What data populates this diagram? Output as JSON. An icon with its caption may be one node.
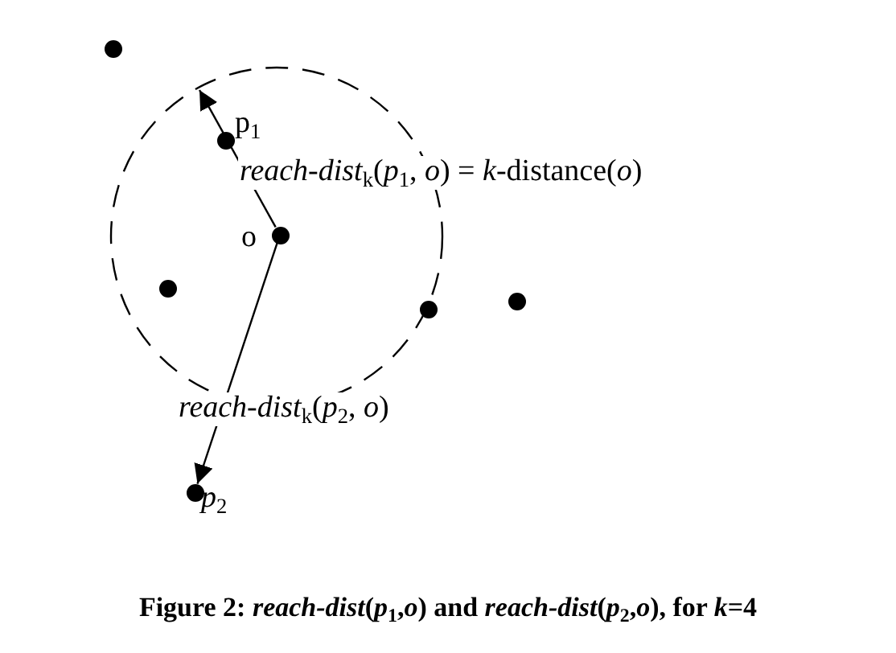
{
  "diagram": {
    "caption": "Figure 2:  *reach-dist*(*p*$_{1}$,*o*) and *reach-dist*(*p*$_{2}$,*o*), for *k*=4",
    "nodes": [
      {
        "text": [],
        "shape": "circle"
      },
      {
        "text": [],
        "shape": "circle",
        "beside": [
          "p$_{1}$"
        ]
      },
      {
        "text": [],
        "shape": "circle",
        "beside": [
          "o"
        ]
      },
      {
        "text": [],
        "shape": "circle"
      },
      {
        "text": [],
        "shape": "circle"
      },
      {
        "text": [],
        "shape": "circle"
      },
      {
        "text": [],
        "shape": "circle",
        "beside": [
          "*p*$_{2}$"
        ]
      }
    ],
    "edges": [
      {
        "from": 2,
        "to": null,
        "arrow": "to",
        "label": "*reach-dist*$_{k}$(*p*$_{1}$, *o*) = *k*-distance(*o*)"
      },
      {
        "from": 2,
        "to": 6,
        "arrow": "to",
        "label": "*reach-dist*$_{k}$(*p*$_{2}$, *o*)"
      }
    ]
  }
}
